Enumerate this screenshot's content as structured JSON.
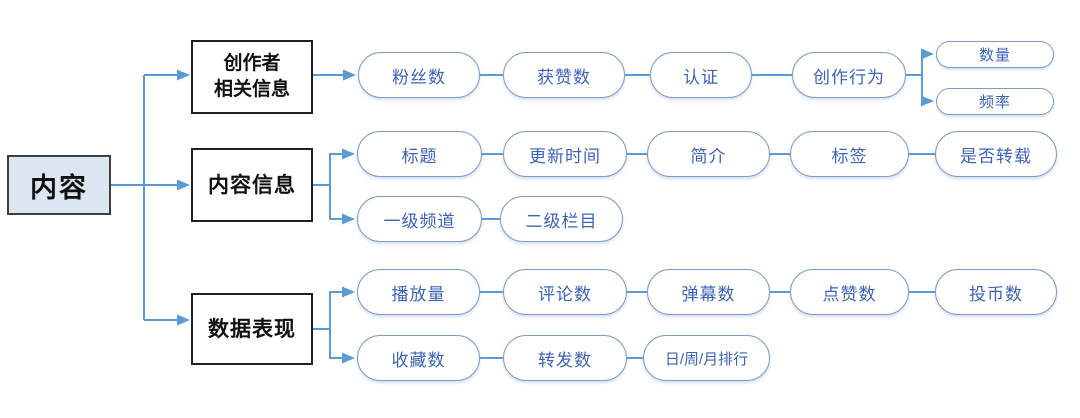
{
  "colors": {
    "connector_blue": "#5b9bd5",
    "pill_border": "#7e9cc9",
    "pill_text": "#3d64b4",
    "root_fill": "#dce6f1",
    "box_border": "#1f1f1f"
  },
  "root": {
    "label": "内容"
  },
  "branches": {
    "creator": {
      "line1": "创作者",
      "line2": "相关信息"
    },
    "content": {
      "label": "内容信息"
    },
    "data": {
      "label": "数据表现"
    }
  },
  "creator_nodes": {
    "fans": "粉丝数",
    "likes_received": "获赞数",
    "verification": "认证",
    "behavior": "创作行为",
    "quantity": "数量",
    "frequency": "频率"
  },
  "content_nodes": {
    "title": "标题",
    "update_time": "更新时间",
    "intro": "简介",
    "tags": "标签",
    "repost": "是否转载",
    "channel_l1": "一级频道",
    "column_l2": "二级栏目"
  },
  "data_nodes": {
    "plays": "播放量",
    "comments": "评论数",
    "danmaku": "弹幕数",
    "likes": "点赞数",
    "coins": "投币数",
    "favorites": "收藏数",
    "shares": "转发数",
    "ranking": "日/周/月排行"
  }
}
